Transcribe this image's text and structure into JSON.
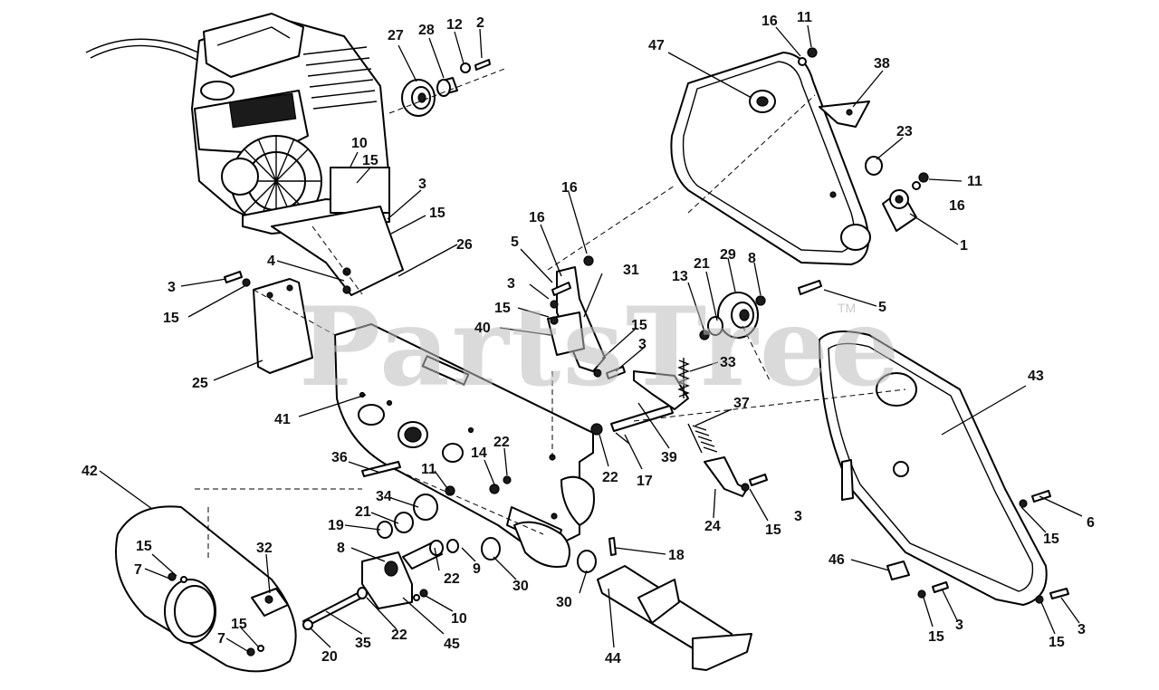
{
  "watermark": {
    "text": "PartsTree",
    "trademark": "TM"
  },
  "callouts": [
    {
      "label": "27"
    },
    {
      "label": "28"
    },
    {
      "label": "12"
    },
    {
      "label": "2"
    },
    {
      "label": "47"
    },
    {
      "label": "16"
    },
    {
      "label": "11"
    },
    {
      "label": "38"
    },
    {
      "label": "23"
    },
    {
      "label": "11"
    },
    {
      "label": "16"
    },
    {
      "label": "1"
    },
    {
      "label": "10"
    },
    {
      "label": "15"
    },
    {
      "label": "3"
    },
    {
      "label": "15"
    },
    {
      "label": "26"
    },
    {
      "label": "16"
    },
    {
      "label": "16"
    },
    {
      "label": "5"
    },
    {
      "label": "31"
    },
    {
      "label": "4"
    },
    {
      "label": "3"
    },
    {
      "label": "15"
    },
    {
      "label": "3"
    },
    {
      "label": "15"
    },
    {
      "label": "40"
    },
    {
      "label": "15"
    },
    {
      "label": "3"
    },
    {
      "label": "13"
    },
    {
      "label": "21"
    },
    {
      "label": "29"
    },
    {
      "label": "8"
    },
    {
      "label": "5"
    },
    {
      "label": "25"
    },
    {
      "label": "41"
    },
    {
      "label": "33"
    },
    {
      "label": "43"
    },
    {
      "label": "37"
    },
    {
      "label": "39"
    },
    {
      "label": "22"
    },
    {
      "label": "17"
    },
    {
      "label": "36"
    },
    {
      "label": "11"
    },
    {
      "label": "14"
    },
    {
      "label": "22"
    },
    {
      "label": "42"
    },
    {
      "label": "34"
    },
    {
      "label": "21"
    },
    {
      "label": "19"
    },
    {
      "label": "24"
    },
    {
      "label": "15"
    },
    {
      "label": "3"
    },
    {
      "label": "6"
    },
    {
      "label": "15"
    },
    {
      "label": "32"
    },
    {
      "label": "8"
    },
    {
      "label": "22"
    },
    {
      "label": "9"
    },
    {
      "label": "30"
    },
    {
      "label": "18"
    },
    {
      "label": "15"
    },
    {
      "label": "7"
    },
    {
      "label": "46"
    },
    {
      "label": "10"
    },
    {
      "label": "30"
    },
    {
      "label": "7"
    },
    {
      "label": "15"
    },
    {
      "label": "20"
    },
    {
      "label": "35"
    },
    {
      "label": "22"
    },
    {
      "label": "45"
    },
    {
      "label": "44"
    },
    {
      "label": "15"
    },
    {
      "label": "3"
    },
    {
      "label": "3"
    },
    {
      "label": "15"
    }
  ]
}
